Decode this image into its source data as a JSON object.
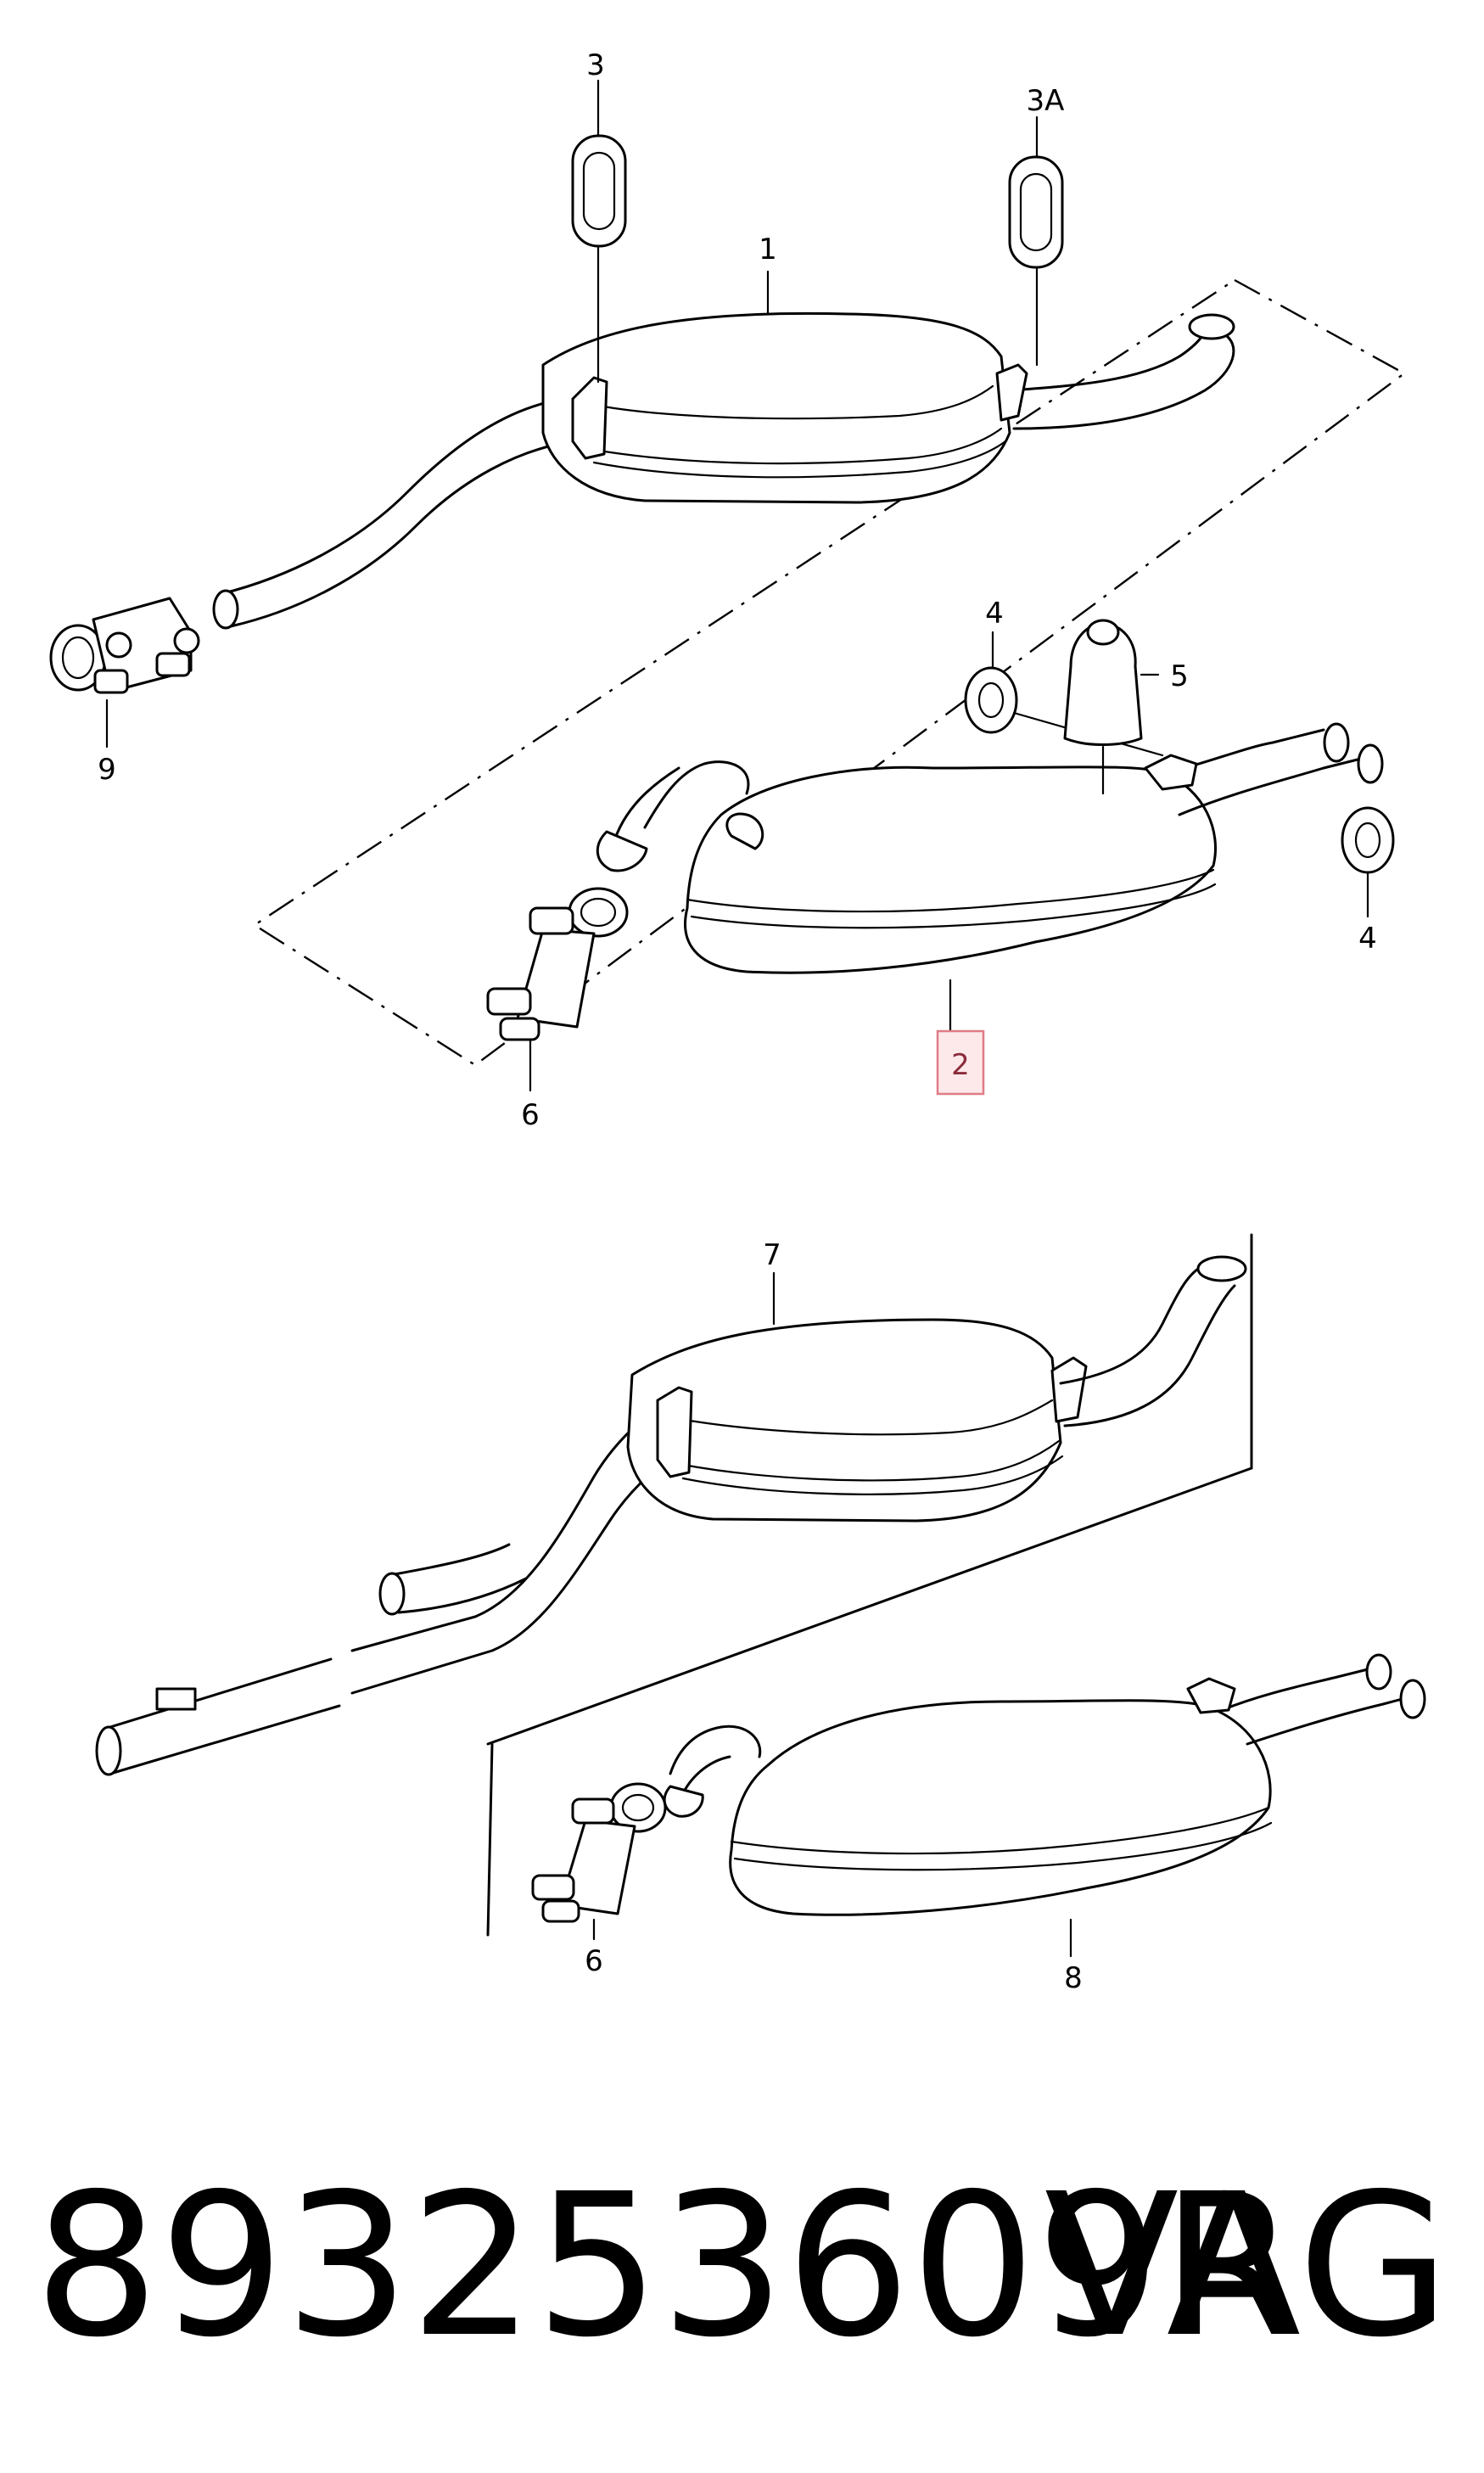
{
  "callouts": {
    "c1": "1",
    "c2": "2",
    "c3": "3",
    "c3a": "3A",
    "c4a": "4",
    "c4b": "4",
    "c5": "5",
    "c6a": "6",
    "c6b": "6",
    "c7": "7",
    "c8": "8",
    "c9": "9"
  },
  "highlight": {
    "part": "2",
    "box_color": "#fde9ea",
    "border_color": "#e07b86"
  },
  "footer": {
    "part_number": "893253609R",
    "brand": "VAG"
  }
}
